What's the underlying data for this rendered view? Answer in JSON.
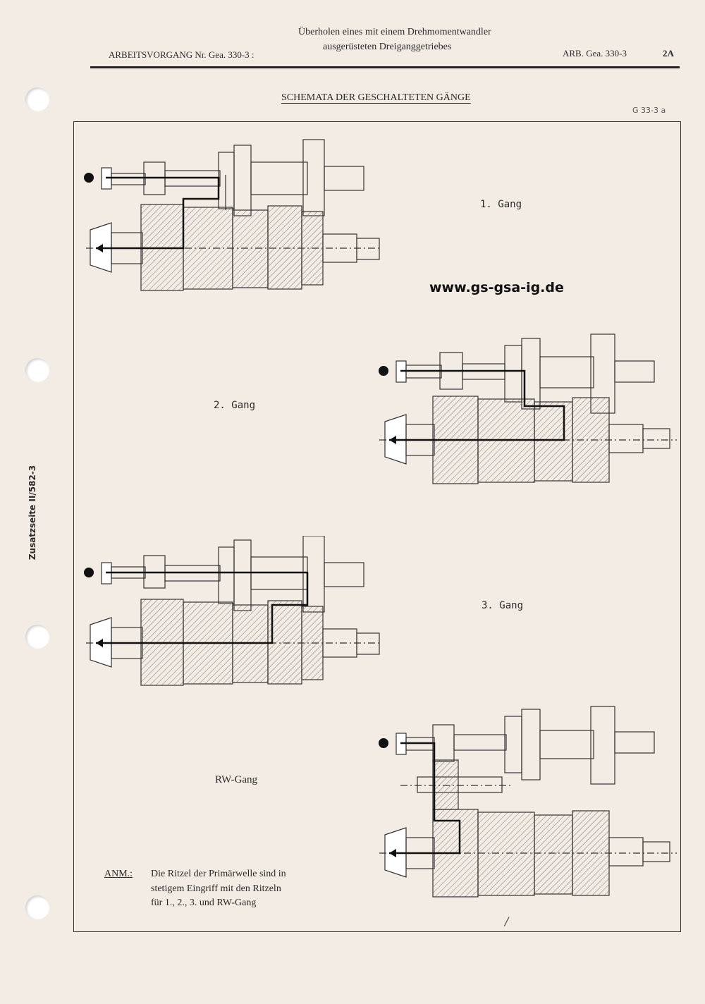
{
  "header": {
    "left": "ARBEITSVORGANG Nr. Gea. 330-3 :",
    "center_line1": "Überholen eines mit einem Drehmomentwandler",
    "center_line2": "ausgerüsteten Dreiganggetriebes",
    "right": "ARB. Gea. 330-3",
    "page": "2A"
  },
  "section_title": "SCHEMATA DER GESCHALTETEN GÄNGE",
  "figure_ref": "G 33-3 a",
  "side_label": "Zusatzseite II/582-3",
  "website": "www.gs-gsa-ig.de",
  "gears": [
    {
      "label": "1. Gang"
    },
    {
      "label": "2. Gang"
    },
    {
      "label": "3. Gang"
    },
    {
      "label": "RW-Gang"
    }
  ],
  "note": {
    "label": "ANM.:",
    "line1": "Die Ritzel der Primärwelle sind in",
    "line2": "stetigem Eingriff mit den Ritzeln",
    "line3": "für 1., 2., 3. und RW-Gang"
  },
  "scribble": "/"
}
